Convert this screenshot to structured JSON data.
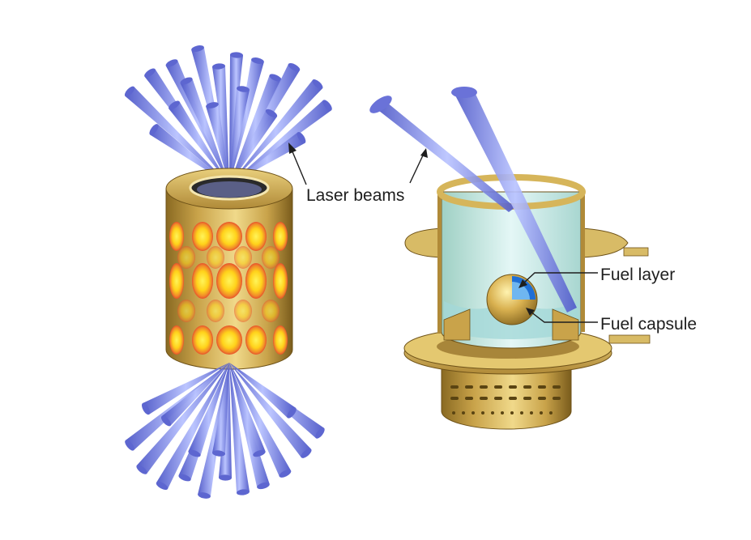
{
  "labels": {
    "laser_beams": "Laser beams",
    "fuel_layer": "Fuel layer",
    "fuel_capsule": "Fuel capsule"
  },
  "colors": {
    "gold": "#c9a34a",
    "gold_dark": "#8a6a22",
    "gold_light": "#f0d98a",
    "beam": "#6a72d8",
    "beam_light": "#b8c2ff",
    "hot_spot": "#ffd21a",
    "hot_spot_rim": "#e8502a",
    "capsule_blue": "#1f6fd6",
    "interior": "#cfeef4"
  }
}
